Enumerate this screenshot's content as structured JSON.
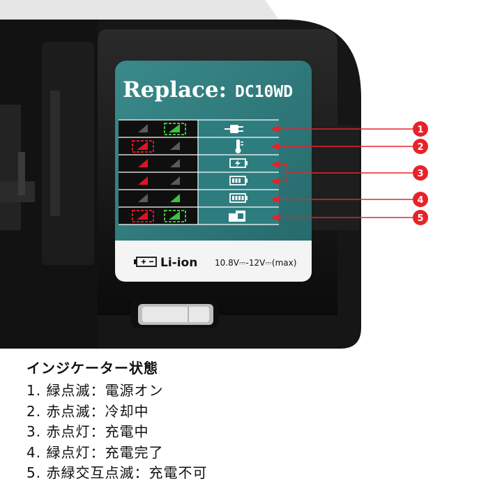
{
  "panel": {
    "brand": "Replace:",
    "model": "DC10WD",
    "battery_type": "Li-ion",
    "voltage": "10.8V⎓-12V⎓(max)"
  },
  "markers": [
    "1",
    "2",
    "3",
    "4",
    "5"
  ],
  "legend": {
    "title": "インジケーター状態",
    "items": [
      "1. 緑点滅：電源オン",
      "2. 赤点滅：冷却中",
      "3. 赤点灯：充電中",
      "4. 緑点灯：充電完了",
      "5. 赤緑交互点滅：充電不可"
    ]
  },
  "colors": {
    "panel": "#2e7a7c",
    "red_led": "#e0141e",
    "green_led": "#3cc23c",
    "marker": "#e8222a",
    "body": "#111111"
  },
  "icons": [
    "plug-icon",
    "thermometer-icon",
    "charging-battery-icon",
    "battery-charging-icon",
    "full-battery-icon",
    "battery-error-icon",
    "battery-symbol-icon"
  ]
}
